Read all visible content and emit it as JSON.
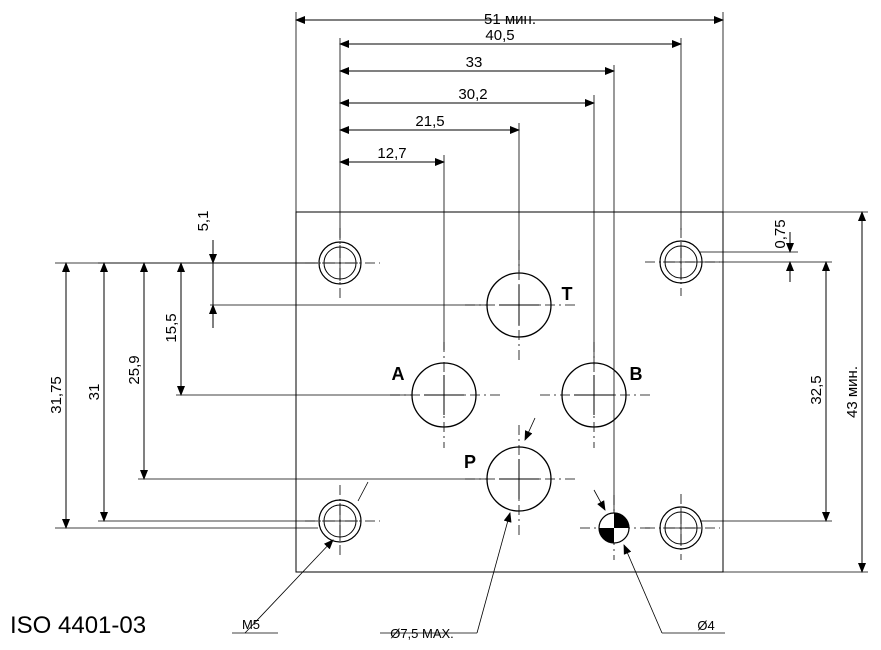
{
  "title": "ISO 4401-03",
  "horizontal_dims": {
    "width_min": "51 мин.",
    "d40_5": "40,5",
    "d33": "33",
    "d30_2": "30,2",
    "d21_5": "21,5",
    "d12_7": "12,7"
  },
  "vertical_dims": {
    "d31_75": "31,75",
    "d31": "31",
    "d25_9": "25,9",
    "d15_5": "15,5",
    "d5_1": "5,1",
    "d0_75": "0,75",
    "d32_5": "32,5",
    "height_min": "43 мин."
  },
  "ports": {
    "t": "T",
    "a": "A",
    "b": "B",
    "p": "P"
  },
  "callouts": {
    "thread": "M5",
    "port_diameter": "Ø7,5 MAX.",
    "pin_diameter": "Ø4"
  },
  "colors": {
    "line": "#000000",
    "background": "#ffffff"
  }
}
